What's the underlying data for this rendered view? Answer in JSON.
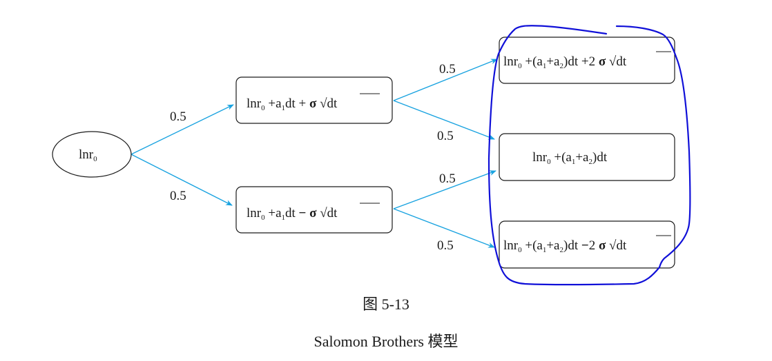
{
  "diagram": {
    "type": "binomial-tree",
    "root": {
      "id": "n0",
      "label_main": "lnr",
      "label_sub": "0",
      "shape": "ellipse"
    },
    "level1": [
      {
        "id": "u1",
        "parts": [
          [
            "lnr",
            ""
          ],
          [
            "0",
            "sub"
          ],
          [
            " +a",
            ""
          ],
          [
            "1",
            "sub"
          ],
          [
            "dt + ",
            ""
          ],
          [
            "σ",
            "bold"
          ],
          [
            "√dt",
            "sqrt"
          ]
        ],
        "plain": "lnr0 +a1dt + σ√dt"
      },
      {
        "id": "d1",
        "parts": [
          [
            "lnr",
            ""
          ],
          [
            "0",
            "sub"
          ],
          [
            " +a",
            ""
          ],
          [
            "1",
            "sub"
          ],
          [
            "dt − ",
            ""
          ],
          [
            "σ",
            "bold"
          ],
          [
            "√dt",
            "sqrt"
          ]
        ],
        "plain": "lnr0 +a1dt − σ√dt"
      }
    ],
    "level2": [
      {
        "id": "uu",
        "plain": "lnr0 +(a1+a2)dt +2 σ√dt"
      },
      {
        "id": "ud",
        "plain": "lnr0 +(a1+a2)dt"
      },
      {
        "id": "dd",
        "plain": "lnr0 +(a1+a2)dt −2 σ√dt"
      }
    ],
    "edges": [
      {
        "from": "n0",
        "to": "u1",
        "prob": "0.5"
      },
      {
        "from": "n0",
        "to": "d1",
        "prob": "0.5"
      },
      {
        "from": "u1",
        "to": "uu",
        "prob": "0.5"
      },
      {
        "from": "u1",
        "to": "ud",
        "prob": "0.5"
      },
      {
        "from": "d1",
        "to": "ud",
        "prob": "0.5"
      },
      {
        "from": "d1",
        "to": "dd",
        "prob": "0.5"
      }
    ],
    "colors": {
      "edge": "#1aa3e0",
      "annotation": "#1010d8",
      "node_stroke": "#1a1a1a"
    },
    "annotation": "hand-drawn outline around level-2 nodes"
  },
  "caption": {
    "figure_number": "图 5-13",
    "title": "Salomon Brothers 模型"
  }
}
